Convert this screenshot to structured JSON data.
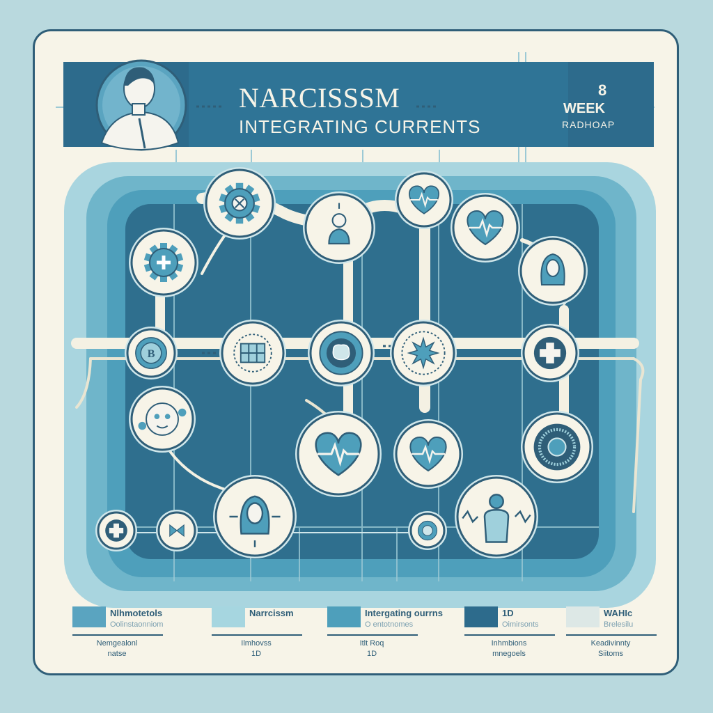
{
  "header": {
    "title": "NARCISSSM",
    "subtitle": "INTEGRATING CURRENTS",
    "badge_number": "8",
    "badge_line1": "WEEK",
    "badge_line2": "RADHOAP"
  },
  "colors": {
    "navy": "#2d6b8c",
    "teal": "#4e9fbb",
    "light_teal": "#9fd0dc",
    "cream": "#f7f4e8",
    "dark_line": "#2f5e78"
  },
  "nodes": [
    {
      "id": "n1",
      "icon": "gear-icon"
    },
    {
      "id": "n2",
      "icon": "person-icon"
    },
    {
      "id": "n3",
      "icon": "heart-pulse-icon"
    },
    {
      "id": "n4",
      "icon": "heart-pulse-icon"
    },
    {
      "id": "n5",
      "icon": "gear-cross-icon"
    },
    {
      "id": "n6",
      "icon": "woman-face-icon"
    },
    {
      "id": "n7",
      "icon": "b-badge-icon",
      "label": "B"
    },
    {
      "id": "n8",
      "icon": "grid-target-icon"
    },
    {
      "id": "n9",
      "icon": "brain-icon"
    },
    {
      "id": "n10",
      "icon": "star-burst-icon"
    },
    {
      "id": "n11",
      "icon": "medical-cross-icon"
    },
    {
      "id": "n12",
      "icon": "faces-icon"
    },
    {
      "id": "n13",
      "icon": "heart-pulse-icon"
    },
    {
      "id": "n14",
      "icon": "heart-pulse-icon"
    },
    {
      "id": "n15",
      "icon": "target-ring-icon"
    },
    {
      "id": "n16",
      "icon": "woman-icon"
    },
    {
      "id": "n17",
      "icon": "doctor-icon"
    },
    {
      "id": "n18",
      "icon": "medical-cross-icon"
    },
    {
      "id": "n19",
      "icon": "butterfly-icon"
    },
    {
      "id": "n20",
      "icon": "sphere-icon"
    }
  ],
  "legend": [
    {
      "label": "Nlhmotetols",
      "sub": "Oolinstaonniom",
      "note": "Nemgealonl\nnatse"
    },
    {
      "label": "Narrcissm",
      "sub": "",
      "note": "Ilmhovss\n1D"
    },
    {
      "label": "Intergating ourrns",
      "sub": "O entotnomes",
      "note": "Itlt Roq\n1D"
    },
    {
      "label": "1D",
      "sub": "Oimirsonts",
      "note": "Inhmbions\nmnegoels"
    },
    {
      "label": "WAHIc",
      "sub": "Brelesilu",
      "note": "Keadivinnty\nSiitoms"
    }
  ]
}
